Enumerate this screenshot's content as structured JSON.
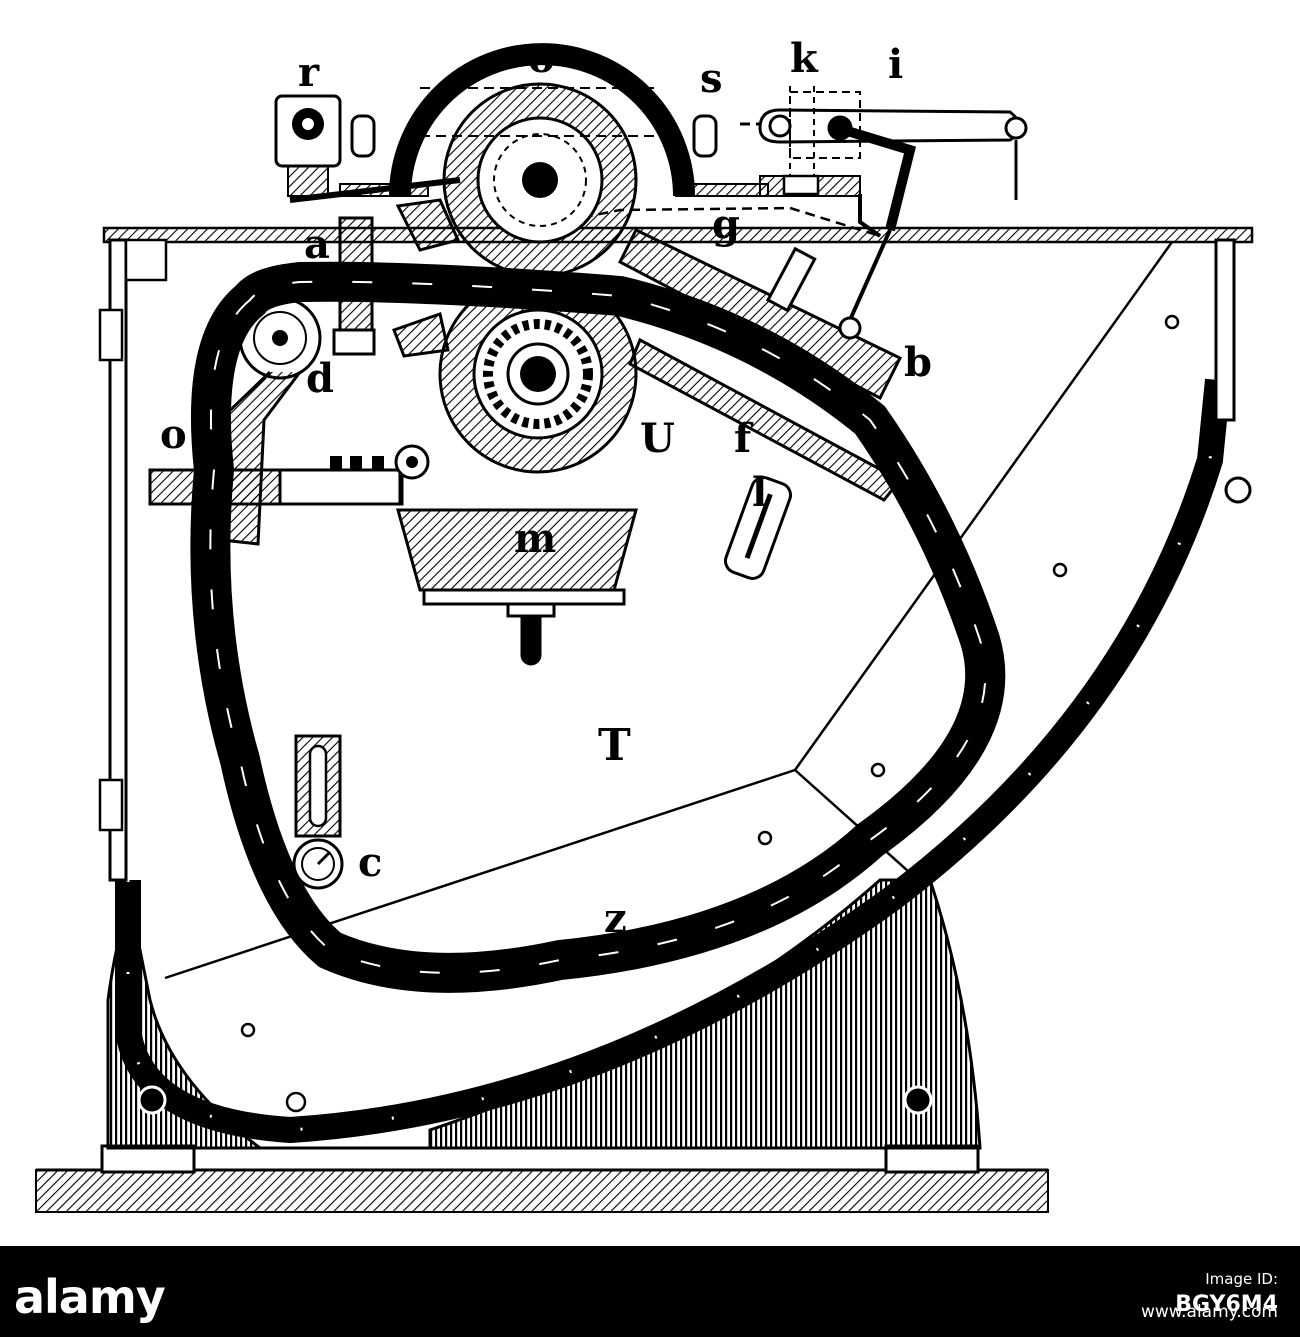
{
  "diagram": {
    "labels": {
      "r": "r",
      "o_top": "o",
      "s": "s",
      "k": "k",
      "i": "i",
      "a": "a",
      "g": "g",
      "d": "d",
      "b": "b",
      "o_left": "o",
      "U": "U",
      "f": "f",
      "l": "l",
      "m": "m",
      "T": "T",
      "c": "c",
      "z": "z"
    }
  },
  "footer": {
    "brand": "alamy",
    "stock_label": "Image ID:",
    "stock_id": "BGY6M4",
    "url": "www.alamy.com"
  },
  "colors": {
    "ink": "#000000",
    "paper": "#ffffff",
    "footer": "#000000",
    "footer_text": "#ffffff"
  }
}
